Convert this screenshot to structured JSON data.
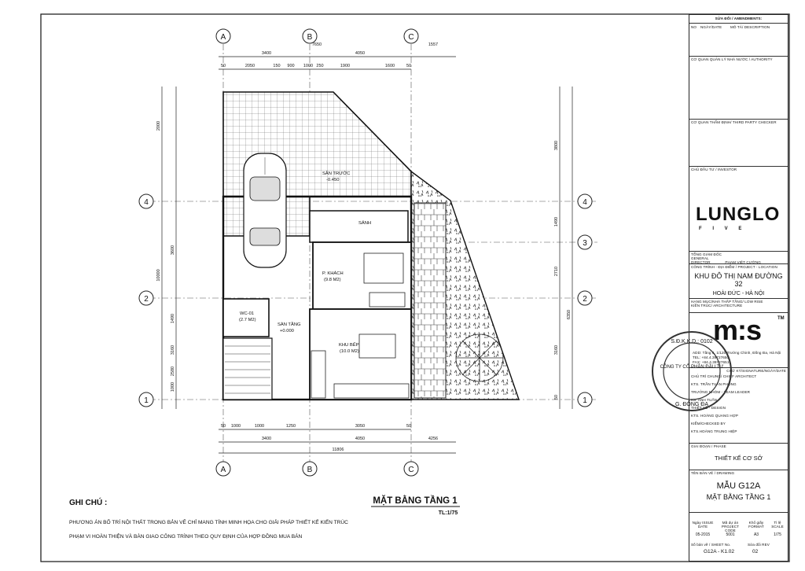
{
  "plan": {
    "grid_letters": [
      "A",
      "B",
      "C"
    ],
    "grid_numbers": [
      "4",
      "3",
      "2",
      "1"
    ],
    "rooms": {
      "san_truoc": "SÂN TRƯỚC",
      "san_truoc_lvl": "-0.450",
      "sanh": "SẢNH",
      "khach": "P. KHÁCH",
      "khach_area": "(9.8 M2)",
      "wc": "WC-01",
      "wc_area": "(2.7 M2)",
      "san_tang": "SÀN TẦNG",
      "san_tang_lvl": "+0.000",
      "bep": "KHU BẾP",
      "bep_area": "(10.0 M2)"
    },
    "dims": {
      "top1": [
        "3400",
        "4050",
        "1557"
      ],
      "top_total": "7650",
      "top2": [
        "50",
        "2050",
        "150",
        "900",
        "1000",
        "250",
        "1900",
        "1600",
        "50"
      ],
      "left": [
        "2000",
        "3600",
        "1490",
        "3160",
        "2580",
        "1000",
        "10000"
      ],
      "bottom1": [
        "50",
        "1000",
        "1000",
        "1250",
        "3050",
        "50"
      ],
      "bottom2": [
        "3400",
        "4050",
        "4256"
      ],
      "bottom_total": "11806",
      "right": [
        "3800",
        "1490",
        "2710",
        "6350",
        "3160",
        "50"
      ]
    }
  },
  "notes": {
    "title": "GHI CHÚ :",
    "line1": "PHƯƠNG ÁN BỐ TRÍ NỘI THẤT TRONG BẢN VẼ CHỈ MANG TÍNH MINH HỌA CHO GIẢI PHÁP THIẾT KẾ KIẾN TRÚC",
    "line2": "PHẠM VI HOÀN THIỆN VÀ BÀN GIAO CÔNG TRÌNH THEO QUY ĐỊNH CỦA HỢP ĐỒNG MUA BÁN"
  },
  "drawing_title": "MẶT BẰNG TẦNG 1",
  "drawing_scale": "TL:1/75",
  "title_block": {
    "amend_header": "SỬA ĐỔI / AMENDMENTS:",
    "amend_cols": [
      "NO",
      "NGÀY/DATE",
      "MÔ TẢ/ DESCRIPTION"
    ],
    "authority": "CƠ QUAN QUẢN LÝ NHÀ NƯỚC / AUTHORITY",
    "checker": "CƠ QUAN THẨM ĐỊNH/ THIRD PARTY CHECKER",
    "investor": "CHỦ ĐẦU TƯ / INVESTOR",
    "logo_main": "LUNGLO",
    "logo_sub": "F I V E",
    "gd_label": "TỔNG GIÁM ĐỐC GENERAL DIRECTOR",
    "gd_name": "PHẠM VIỆT CƯỜNG",
    "project_label": "CÔNG TRÌNH - ĐỊA ĐIỂM / PROJECT - LOCATION",
    "project_name": "KHU ĐÔ THỊ NAM ĐƯỜNG 32",
    "project_loc": "HOÀI ĐỨC - HÀ NỘI",
    "cat_label": "HẠNG MỤC/NHÀ THẤP TẦNG/ LOW RISE",
    "content_label": "KIẾN TRÚC/ ARCHITECTURE",
    "ms_logo": "m:s",
    "tm": "TM",
    "address": "ADD: Tầng 6, 1/120 Trường Chinh, Đống Đa, Hà Nội",
    "tel": "TEL: +84.4.39727650",
    "fax": "FAX: +84.4.39727651",
    "roles": [
      [
        "CHỦ TRÌ CHUNG/ CHIEF ARCHITECT",
        "",
        ""
      ],
      [
        "KTS. TRẦN TUẤN PHONG",
        ""
      ],
      [
        "TRƯỞNG NHÓM - TEAM LEADER",
        ""
      ],
      [
        "KS. ANH TUẤN",
        ""
      ],
      [
        "THIẾT KẾ - DESIGN",
        ""
      ],
      [
        "KTS. HOÀNG QUANG HỢP",
        ""
      ],
      [
        "KIỂM/CHECKED BY",
        ""
      ],
      [
        "KTS.HOÀNG TRUNG HIỆP",
        ""
      ]
    ],
    "sig_label": "CHỮ KÝ/SIGNATURE/NGÀY/DATE",
    "phase_label": "GIAI ĐOẠN / PHASE",
    "phase": "THIẾT KẾ CƠ SỞ",
    "drawing_label": "TÊN BẢN VẼ / DRAWING",
    "drawing_code_big": "MẪU G12A",
    "drawing_name": "MẶT BẰNG TẦNG 1",
    "meta_heads": [
      "Ngày ISSUE DATE",
      "Mã dự án PROJECT CODE",
      "Khổ giấy FORMAT",
      "Tỉ lệ SCALE"
    ],
    "meta_vals": [
      "05-2015",
      "5001",
      "A3",
      "1/75"
    ],
    "sheet_label": "Số bản vẽ / SHEET No.",
    "sheet_no": "G12A - K1.02",
    "rev_label": "Sửa đổi REV",
    "rev": "02",
    "stamp_text": "S.Đ.K.K.D.: 0102",
    "stamp_name": "CÔNG TY CỔ PHẦN ĐẦU TƯ",
    "stamp_city": "G. ĐỐNG ĐA"
  },
  "colors": {
    "ink": "#111111",
    "paper": "#ffffff",
    "stamp": "#333333"
  }
}
